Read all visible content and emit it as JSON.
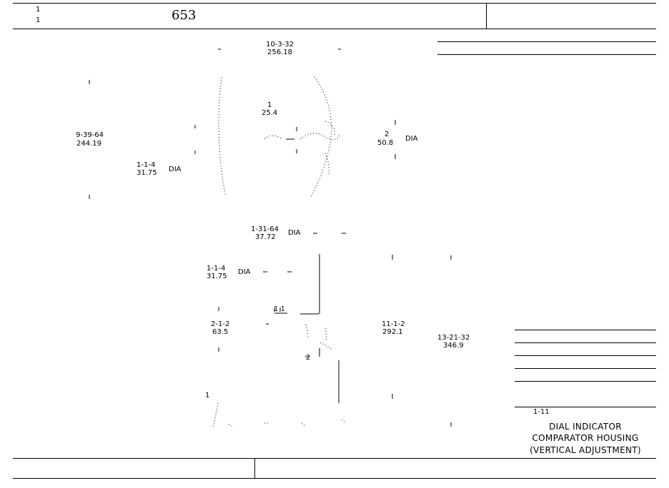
{
  "header": {
    "fraction_top": "1",
    "fraction_bottom": "1",
    "number": "653"
  },
  "dimensions": {
    "top_width": "10-3-32",
    "top_width_mm": "256.18",
    "center_frac": "1",
    "center_mm": "25.4",
    "right_dia_frac": "2",
    "right_dia_mm": "50.8",
    "right_dia_label": "DIA",
    "left_height": "9-39-64",
    "left_height_mm": "244.19",
    "left_dia": "1-1-4",
    "left_dia_mm": "31.75",
    "left_dia_label": "DIA",
    "mid_dia": "1-31-64",
    "mid_dia_mm": "37.72",
    "mid_dia_label": "DIA",
    "lower_dia": "1-1-4",
    "lower_dia_mm": "31.75",
    "lower_dia_label": "DIA",
    "lower_left": "2-1-2",
    "lower_left_mm": "63.5",
    "lower_mid": "11-1-2",
    "lower_mid_mm": "292.1",
    "lower_right": "13-21-32",
    "lower_right_mm": "346.9",
    "small_label_a": "1 1",
    "small_label_b": "2",
    "small_label_c": "1"
  },
  "title": {
    "code": "1-11",
    "line1": "DIAL INDICATOR",
    "line2": "COMPARATOR HOUSING",
    "line3": "(VERTICAL ADJUSTMENT)"
  }
}
